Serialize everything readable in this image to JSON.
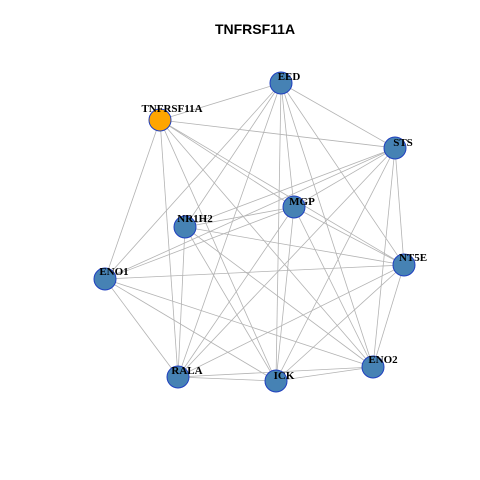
{
  "title": "TNFRSF11A",
  "colors": {
    "node_default": "#4682b4",
    "node_highlight": "#ffa500",
    "node_border": "#1f3fbf",
    "edge": "#b3b3b3"
  },
  "nodes": [
    {
      "id": "EED",
      "label": "EED",
      "highlight": false
    },
    {
      "id": "TNFRSF11A",
      "label": "TNFRSF11A",
      "highlight": true
    },
    {
      "id": "STS",
      "label": "STS",
      "highlight": false
    },
    {
      "id": "MGP",
      "label": "MGP",
      "highlight": false
    },
    {
      "id": "NR1H2",
      "label": "NR1H2",
      "highlight": false
    },
    {
      "id": "NT5E",
      "label": "NT5E",
      "highlight": false
    },
    {
      "id": "ENO1",
      "label": "ENO1",
      "highlight": false
    },
    {
      "id": "ENO2",
      "label": "ENO2",
      "highlight": false
    },
    {
      "id": "RALA",
      "label": "RALA",
      "highlight": false
    },
    {
      "id": "ICK",
      "label": "ICK",
      "highlight": false
    }
  ],
  "edges": [
    [
      "EED",
      "TNFRSF11A"
    ],
    [
      "EED",
      "STS"
    ],
    [
      "EED",
      "MGP"
    ],
    [
      "EED",
      "NR1H2"
    ],
    [
      "EED",
      "NT5E"
    ],
    [
      "EED",
      "ENO1"
    ],
    [
      "EED",
      "ENO2"
    ],
    [
      "EED",
      "RALA"
    ],
    [
      "EED",
      "ICK"
    ],
    [
      "TNFRSF11A",
      "STS"
    ],
    [
      "TNFRSF11A",
      "MGP"
    ],
    [
      "TNFRSF11A",
      "NT5E"
    ],
    [
      "TNFRSF11A",
      "ENO1"
    ],
    [
      "TNFRSF11A",
      "ENO2"
    ],
    [
      "TNFRSF11A",
      "RALA"
    ],
    [
      "TNFRSF11A",
      "ICK"
    ],
    [
      "STS",
      "MGP"
    ],
    [
      "STS",
      "NR1H2"
    ],
    [
      "STS",
      "NT5E"
    ],
    [
      "STS",
      "ENO1"
    ],
    [
      "STS",
      "ENO2"
    ],
    [
      "STS",
      "RALA"
    ],
    [
      "STS",
      "ICK"
    ],
    [
      "MGP",
      "NR1H2"
    ],
    [
      "MGP",
      "NT5E"
    ],
    [
      "MGP",
      "ENO1"
    ],
    [
      "MGP",
      "ENO2"
    ],
    [
      "MGP",
      "RALA"
    ],
    [
      "MGP",
      "ICK"
    ],
    [
      "NR1H2",
      "NT5E"
    ],
    [
      "NR1H2",
      "ENO2"
    ],
    [
      "NR1H2",
      "RALA"
    ],
    [
      "NR1H2",
      "ICK"
    ],
    [
      "NT5E",
      "ENO1"
    ],
    [
      "NT5E",
      "ENO2"
    ],
    [
      "NT5E",
      "RALA"
    ],
    [
      "NT5E",
      "ICK"
    ],
    [
      "ENO1",
      "ENO2"
    ],
    [
      "ENO1",
      "RALA"
    ],
    [
      "ENO1",
      "ICK"
    ],
    [
      "ENO2",
      "RALA"
    ],
    [
      "ENO2",
      "ICK"
    ],
    [
      "RALA",
      "ICK"
    ]
  ]
}
